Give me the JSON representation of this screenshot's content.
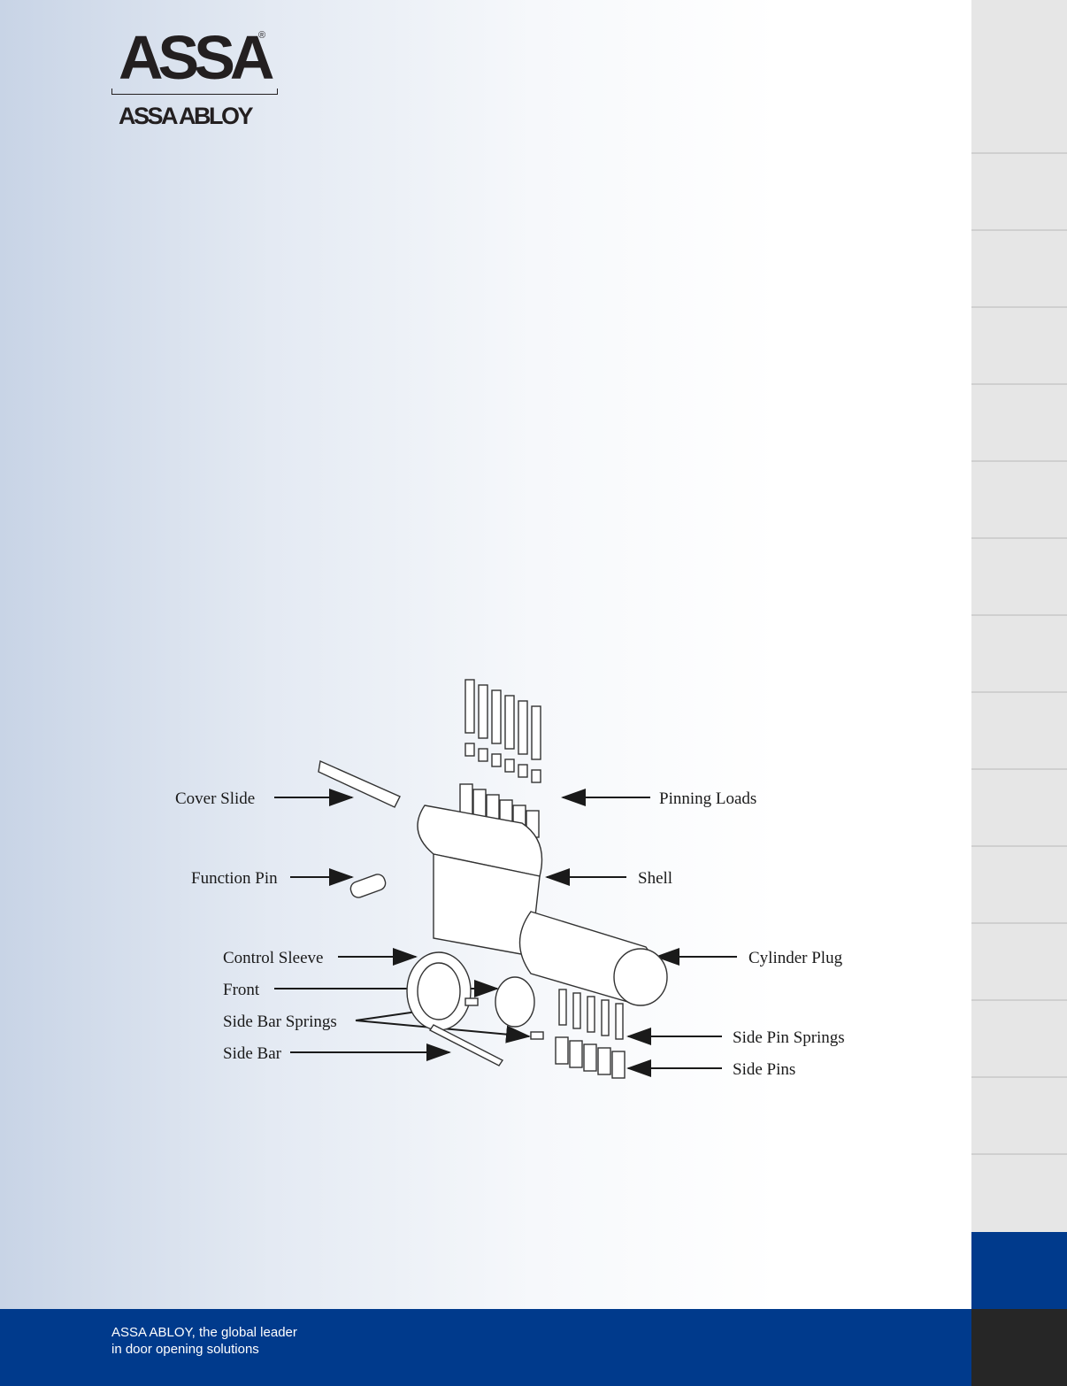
{
  "header": {
    "logo_text": "ASSA",
    "logo_sub": "ASSA ABLOY",
    "registered": "®"
  },
  "diagram": {
    "labels": {
      "cover_slide": "Cover Slide",
      "function_pin": "Function Pin",
      "control_sleeve": "Control Sleeve",
      "front": "Front",
      "side_bar_springs": "Side Bar Springs",
      "side_bar": "Side Bar",
      "pinning_loads": "Pinning Loads",
      "shell": "Shell",
      "cylinder_plug": "Cylinder Plug",
      "side_pin_springs": "Side Pin Springs",
      "side_pins": "Side Pins"
    }
  },
  "footer": {
    "tagline_line1": "ASSA ABLOY, the global leader",
    "tagline_line2": "in door opening solutions"
  },
  "colors": {
    "brand_blue": "#003a8c",
    "sidebar_gray": "#e6e6e6",
    "footer_dark": "#262626"
  }
}
